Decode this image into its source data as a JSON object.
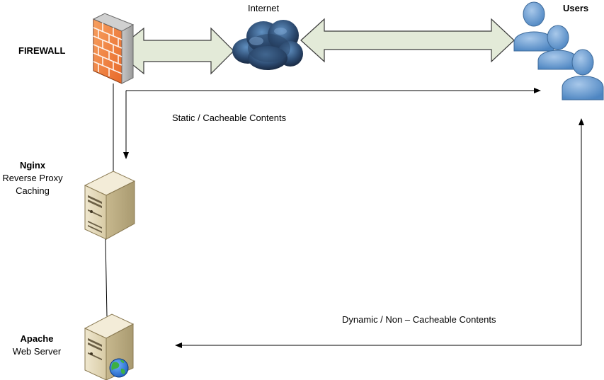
{
  "firewall": {
    "label": "FIREWALL"
  },
  "internet": {
    "label": "Internet"
  },
  "users": {
    "label": "Users"
  },
  "nginx": {
    "name": "Nginx",
    "line1": "Reverse Proxy",
    "line2": "Caching"
  },
  "apache": {
    "name": "Apache",
    "line1": "Web Server"
  },
  "flows": {
    "static_label": "Static / Cacheable Contents",
    "dynamic_label": "Dynamic / Non – Cacheable Contents"
  },
  "colors": {
    "firewall_brick": "#f07e3a",
    "fat_arrow_fill": "#e3ead8",
    "cloud_dark": "#23344a",
    "cloud_light": "#4b78a8",
    "user_blue": "#6fa0d4",
    "server_body": "#e6dcc0"
  },
  "icons": {
    "firewall": "firewall-icon",
    "cloud": "cloud-icon",
    "users": "users-icon",
    "server": "server-icon",
    "globe": "globe-icon"
  }
}
